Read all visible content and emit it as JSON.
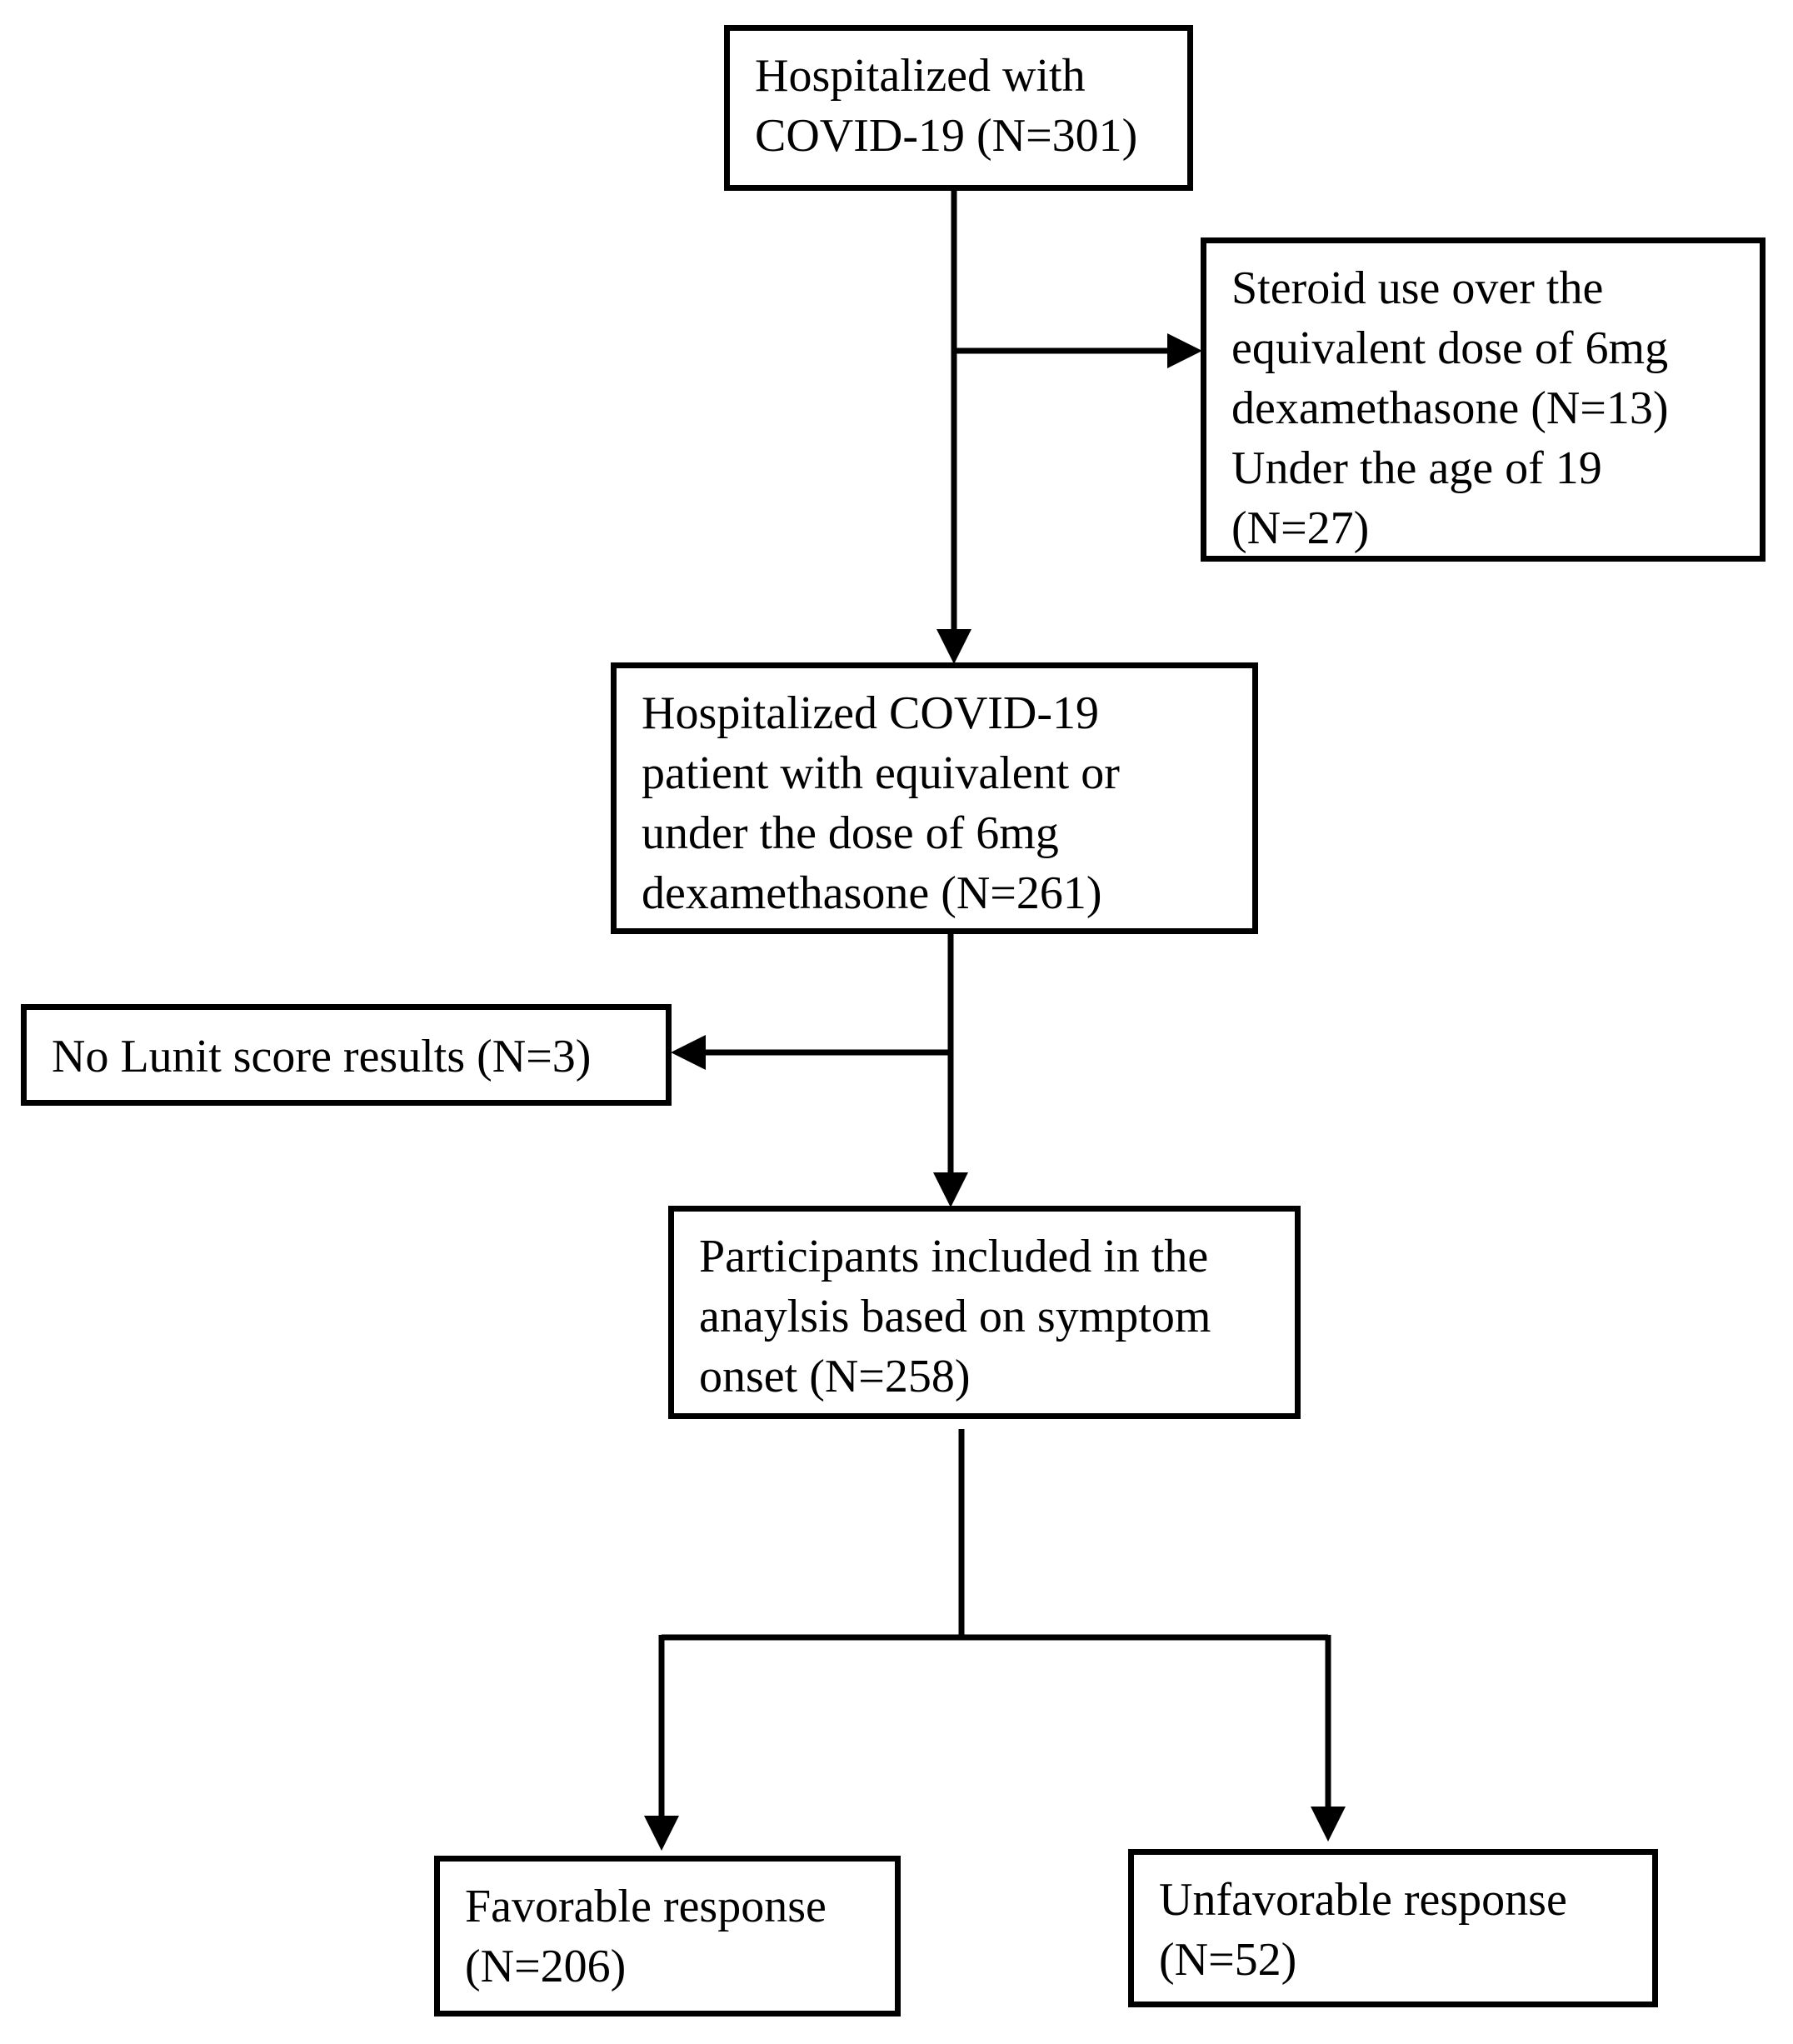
{
  "boxes": {
    "hospitalized": {
      "lines": [
        "Hospitalized  with",
        "COVID-19 (N=301)"
      ]
    },
    "excluded_steroid": {
      "lines": [
        "Steroid use over the",
        "equivalent  dose of 6mg",
        "dexamethasone (N=13)",
        "Under the age of 19",
        "(N=27)"
      ]
    },
    "eligible": {
      "lines": [
        "Hospitalized  COVID-19",
        "patient with equivalent   or",
        "under the dose of 6mg",
        "dexamethasone (N=261)"
      ]
    },
    "excluded_lunit": {
      "lines": [
        "No Lunit score results (N=3)"
      ]
    },
    "included": {
      "lines": [
        "Participants  included  in the",
        "anaylsis  based on symptom",
        "onset (N=258)"
      ]
    },
    "favorable": {
      "lines": [
        "Favorable response",
        "(N=206)"
      ]
    },
    "unfavorable": {
      "lines": [
        "Unfavorable  response",
        "(N=52)"
      ]
    }
  },
  "colors": {
    "stroke": "#000000",
    "background": "#ffffff"
  }
}
